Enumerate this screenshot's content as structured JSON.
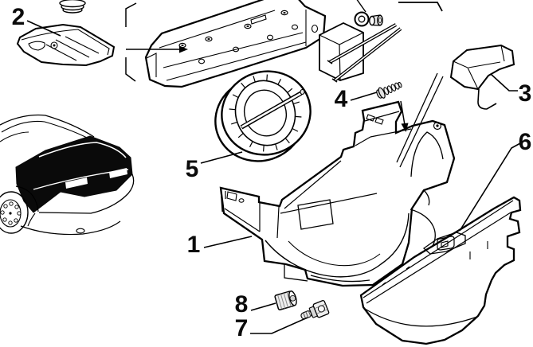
{
  "diagram": {
    "figure_type": "exploded-parts-line-drawing",
    "colors": {
      "background": "#ffffff",
      "line": "#000000",
      "vehicle_highlight": "#0a0a0a",
      "metal_shade": "#e8e8e8"
    },
    "callouts": [
      {
        "label": "1",
        "part": "trunk-liner-tub"
      },
      {
        "label": "2",
        "part": "molded-tray-panel"
      },
      {
        "label": "3",
        "part": "corner-cover"
      },
      {
        "label": "4",
        "part": "self-tapping-screw"
      },
      {
        "label": "5",
        "part": "spare-wheel"
      },
      {
        "label": "6",
        "part": "rear-sill-trim-panel"
      },
      {
        "label": "7",
        "part": "threaded-stud"
      },
      {
        "label": "8",
        "part": "knurled-cap-nut"
      }
    ],
    "unlabeled_elements": [
      "vehicle-rear-three-quarter-view-with-blackened-trunk-area",
      "rear-crossmember-beam",
      "tool-kit-box-with-rods",
      "washer-and-spool",
      "grommet-stack",
      "grouping-bracket-arrow",
      "partial-callout-box"
    ]
  }
}
